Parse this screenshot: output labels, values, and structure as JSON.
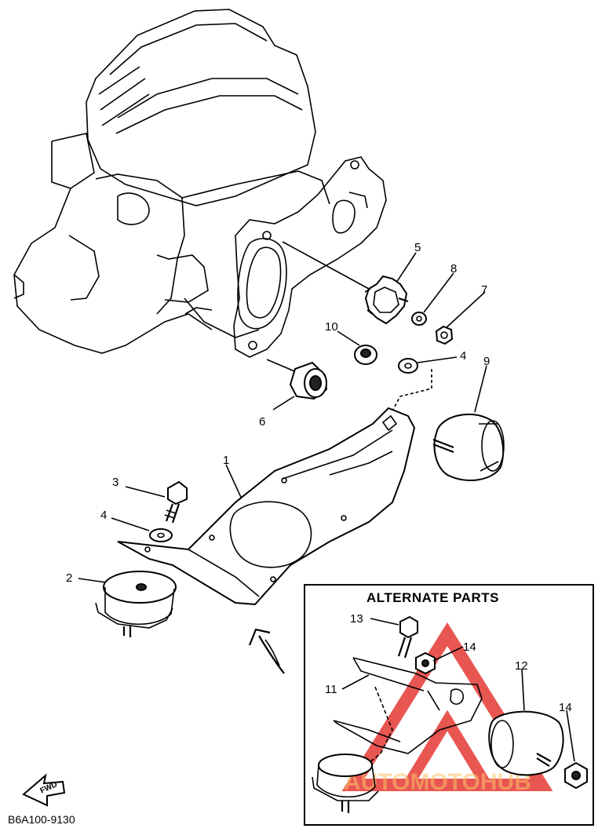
{
  "diagram": {
    "code": "B6A100-9130",
    "fwd_label": "FWD",
    "alternate_title": "ALTERNATE PARTS",
    "callouts": [
      "1",
      "2",
      "3",
      "4",
      "5",
      "6",
      "7",
      "8",
      "9",
      "10",
      "11",
      "12",
      "13",
      "14"
    ],
    "alt_callouts": {
      "c13": "13",
      "c14a": "14",
      "c11": "11",
      "c12": "12",
      "c14b": "14"
    },
    "main_callouts": {
      "c5": "5",
      "c8": "8",
      "c7": "7",
      "c10": "10",
      "c4a": "4",
      "c9": "9",
      "c6": "6",
      "c1": "1",
      "c3": "3",
      "c4b": "4",
      "c2": "2"
    },
    "watermark": "AUTOMOTOHUB",
    "watermark_color": "#e53935"
  }
}
